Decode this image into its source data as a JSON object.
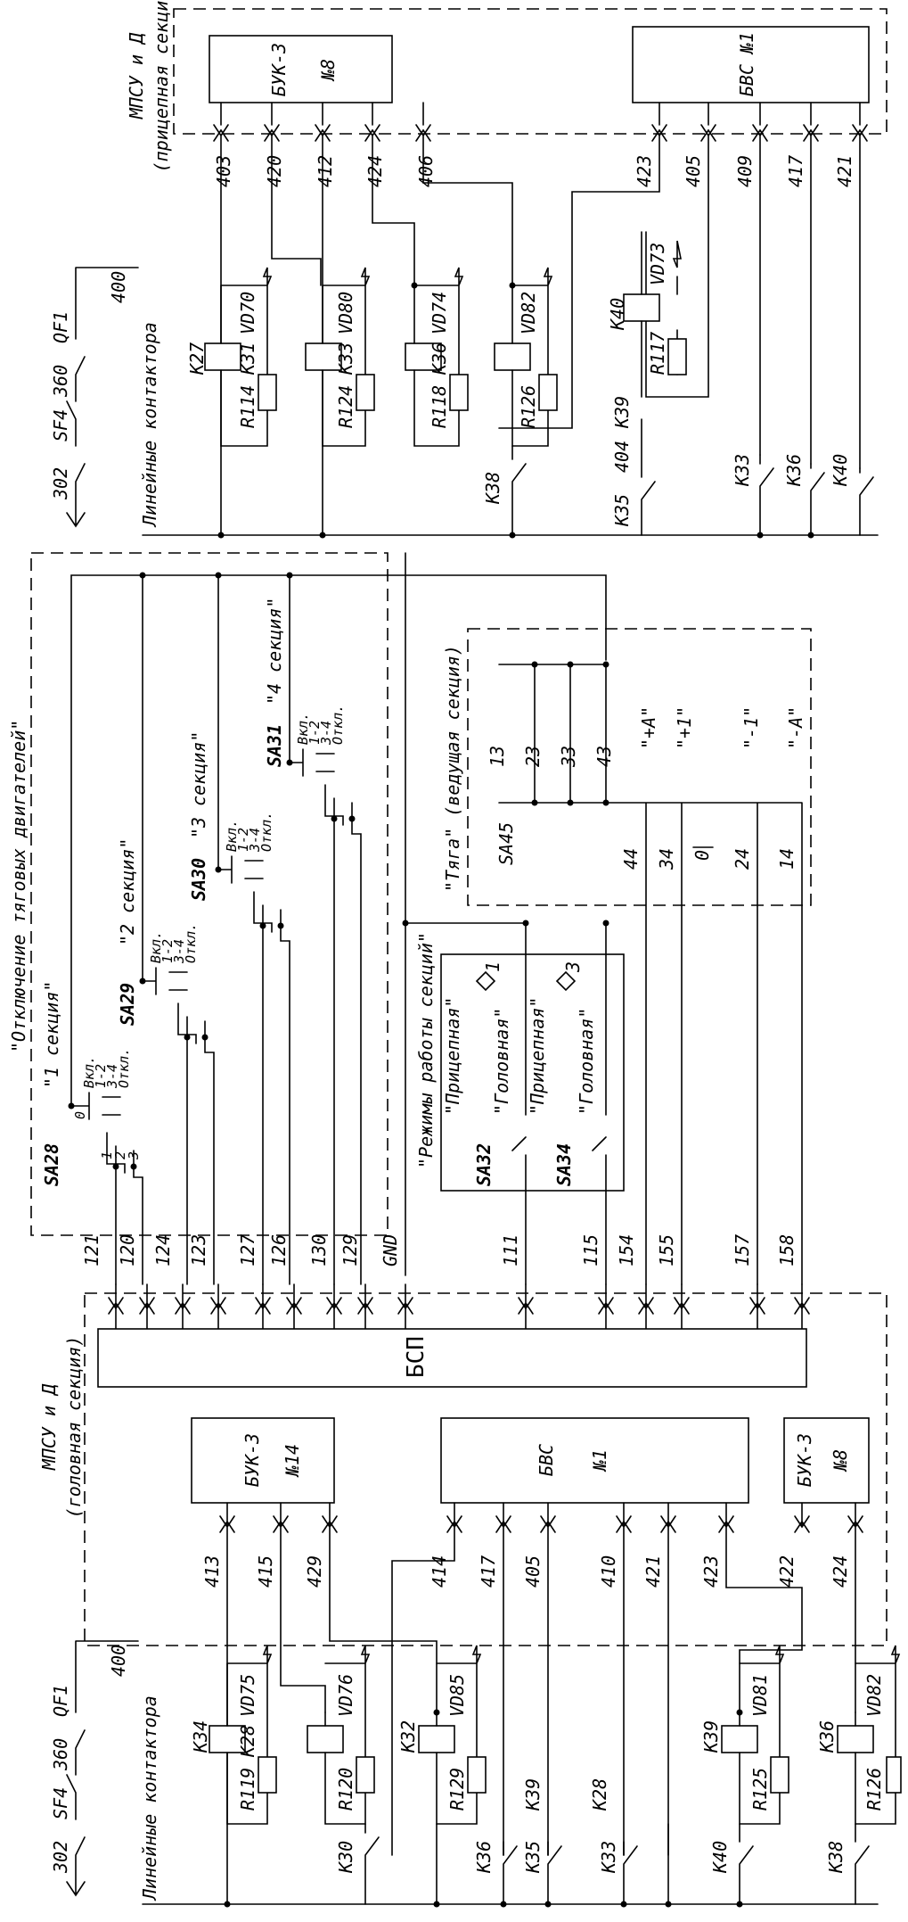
{
  "top_section": {
    "mpsu_label": "МПСУ и Д",
    "section_label": "(прицепная секция)",
    "buk3": {
      "name": "БУК-3",
      "num": "№8"
    },
    "bvs": {
      "name": "БВС №1"
    },
    "terminals": [
      "403",
      "420",
      "412",
      "424",
      "406",
      "423",
      "405",
      "409",
      "417",
      "421"
    ],
    "line_contactors_label": "Линейные контактора",
    "wire_400": "400",
    "qf1": "QF1",
    "sf4": "SF4",
    "wire_360": "360",
    "wire_302": "302",
    "wire_404": "404",
    "coils": [
      {
        "k": "K27",
        "vd": "VD70",
        "kc": "K31",
        "r": "R114"
      },
      {
        "k": "",
        "vd": "VD80",
        "kc": "K33",
        "r": "R124"
      },
      {
        "k": "",
        "vd": "VD74",
        "kc": "K36",
        "r": "R118"
      },
      {
        "k": "",
        "vd": "VD82",
        "kc": "",
        "r": "R126"
      }
    ],
    "k40": "K40",
    "vd73": "VD73",
    "r117": "R117",
    "k39": "K39",
    "k38": "K38",
    "k35": "K35",
    "bottom_contacts": [
      "K33",
      "K36",
      "K40"
    ]
  },
  "middle_section": {
    "motor_disable_label": "\"Отключение тяговых двигателей\"",
    "switches": [
      {
        "name": "SA28",
        "section": "\"1 секция\""
      },
      {
        "name": "SA29",
        "section": "\"2 секция\""
      },
      {
        "name": "SA30",
        "section": "\"3 секция\""
      },
      {
        "name": "SA31",
        "section": "\"4 секция\""
      }
    ],
    "positions": [
      "Вкл.",
      "1-2",
      "3-4",
      "Откл."
    ],
    "pos0": "0",
    "pos1": "1",
    "pos2": "2",
    "pos3": "3",
    "traction_label": "\"Тяга\" (ведущая секция)",
    "sa45": "SA45",
    "sa45_contacts_top": [
      "13",
      "23",
      "33",
      "43"
    ],
    "sa45_contacts_bottom": [
      "44",
      "34",
      "0",
      "24",
      "14"
    ],
    "sa45_positions": [
      "\"+А\"",
      "\"+1\"",
      "\"-1\"",
      "\"-А\""
    ],
    "modes_label": "\"Режимы работы секций\"",
    "sa32": "SA32",
    "sa34": "SA34",
    "trailing": "\"Прицепная\"",
    "leading": "\"Головная\"",
    "mode1": "1",
    "mode3": "3",
    "bsp_wires": [
      "121",
      "120",
      "124",
      "123",
      "127",
      "126",
      "130",
      "129",
      "GND",
      "111",
      "115",
      "154",
      "155",
      "157",
      "158"
    ]
  },
  "bottom_section": {
    "mpsu_label": "МПСУ и Д",
    "section_label": "(головная секция)",
    "bsp": "БСП",
    "buk3a": {
      "name": "БУК-3",
      "num": "№14"
    },
    "bvs": {
      "name": "БВС",
      "num": "№1"
    },
    "buk3b": {
      "name": "БУК-3",
      "num": "№8"
    },
    "terminals": [
      "413",
      "415",
      "429",
      "414",
      "417",
      "405",
      "410",
      "421",
      "423",
      "422",
      "424"
    ],
    "line_contactors_label": "Линейные контактора",
    "wire_400": "400",
    "qf1": "QF1",
    "sf4": "SF4",
    "wire_360": "360",
    "wire_302": "302",
    "coils": [
      {
        "k": "K34",
        "vd": "VD75",
        "kc": "K28",
        "r": "R119"
      },
      {
        "k": "",
        "vd": "VD76",
        "kc": "",
        "r": "R120"
      },
      {
        "k": "K32",
        "vd": "VD85",
        "kc": "",
        "r": "R129"
      },
      {
        "k": "K39",
        "vd": "VD81",
        "kc": "",
        "r": "R125"
      },
      {
        "k": "K36",
        "vd": "VD82",
        "kc": "",
        "r": "R126"
      }
    ],
    "k39b": "K39",
    "k28b": "K28",
    "bottom_contacts": [
      "K30",
      "K36",
      "K35",
      "K33",
      "K40",
      "K38"
    ]
  }
}
